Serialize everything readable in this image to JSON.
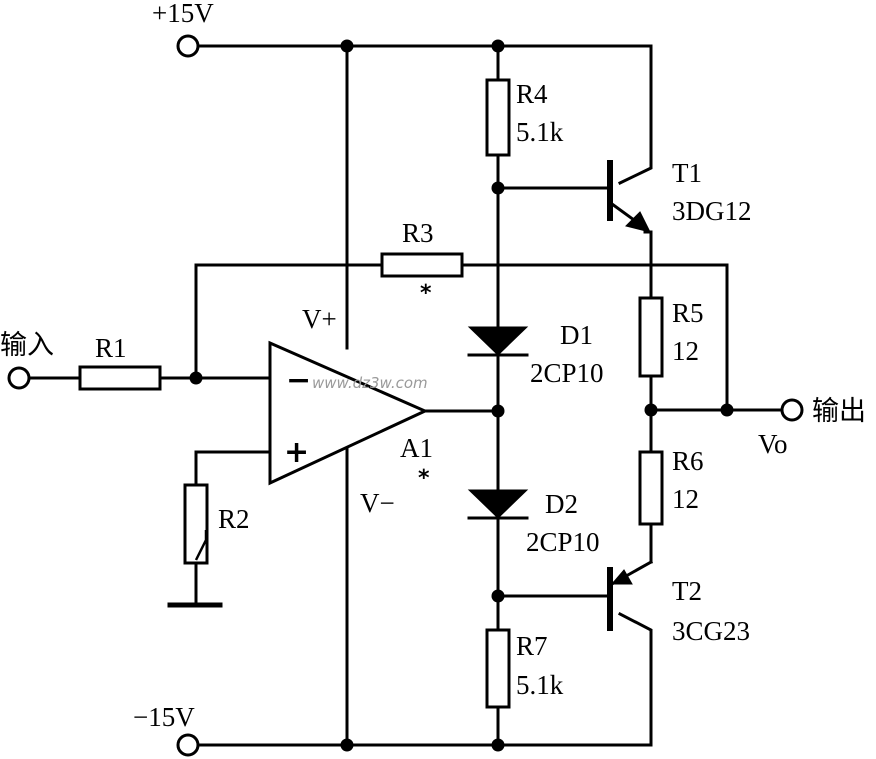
{
  "supply": {
    "positive": "+15V",
    "negative": "−15V"
  },
  "terminals": {
    "input": "输入",
    "output": "输出",
    "output_symbol": "Vo"
  },
  "opamp": {
    "name": "A1",
    "marker": "*",
    "vplus": "V+",
    "vminus": "V−",
    "inv_sign": "−",
    "noninv_sign": "+"
  },
  "resistors": {
    "r1": {
      "name": "R1"
    },
    "r2": {
      "name": "R2"
    },
    "r3": {
      "name": "R3",
      "marker": "*"
    },
    "r4": {
      "name": "R4",
      "value": "5.1k"
    },
    "r5": {
      "name": "R5",
      "value": "12"
    },
    "r6": {
      "name": "R6",
      "value": "12"
    },
    "r7": {
      "name": "R7",
      "value": "5.1k"
    }
  },
  "diodes": {
    "d1": {
      "name": "D1",
      "type": "2CP10"
    },
    "d2": {
      "name": "D2",
      "type": "2CP10"
    }
  },
  "transistors": {
    "t1": {
      "name": "T1",
      "type": "3DG12"
    },
    "t2": {
      "name": "T2",
      "type": "3CG23"
    }
  },
  "watermark": "www.dz3w.com"
}
